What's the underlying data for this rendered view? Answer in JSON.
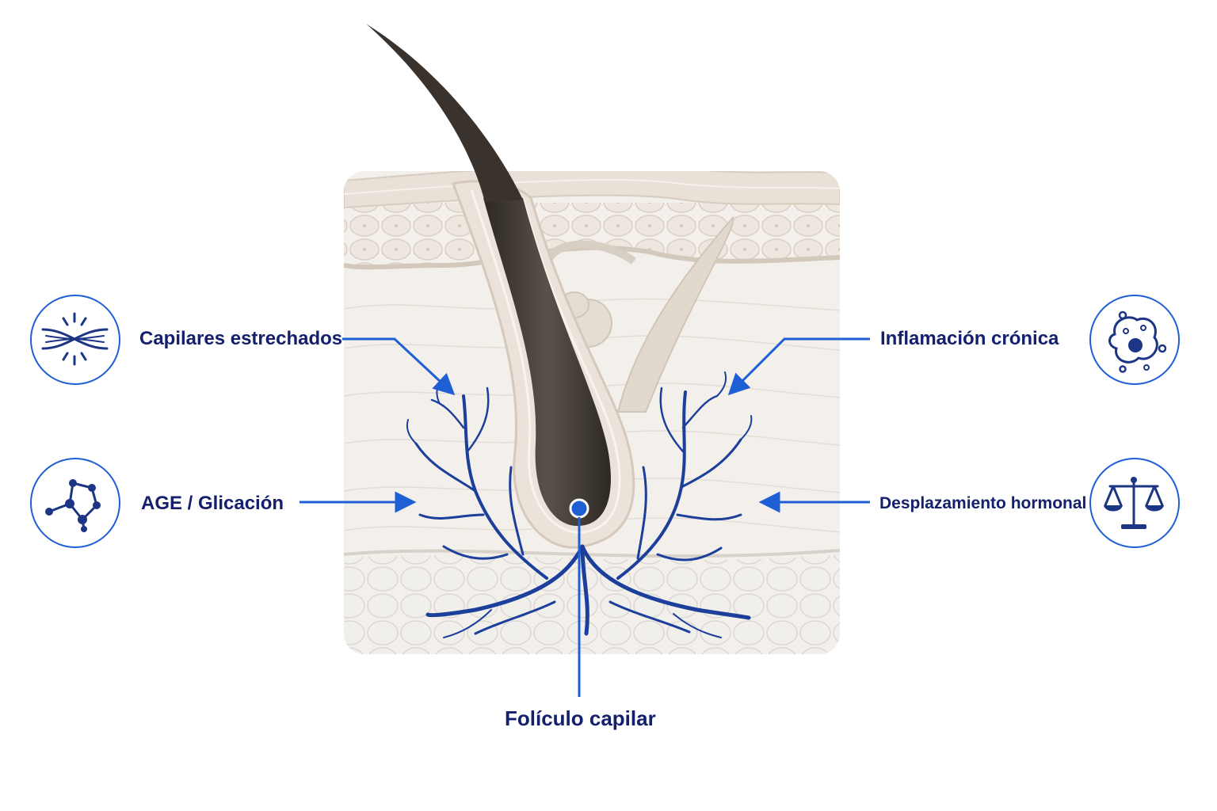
{
  "labels": {
    "capillaries": "Capilares estrechados",
    "age": "AGE / Glicación",
    "inflammation": "Inflamación crónica",
    "hormonal": "Desplazamiento hormonal",
    "follicle": "Folículo capilar"
  },
  "icons": {
    "capillaries": "narrowed-vessel-icon",
    "age": "molecule-network-icon",
    "inflammation": "inflamed-cell-icon",
    "hormonal": "balance-scale-icon"
  },
  "colors": {
    "text": "#14206b",
    "accent": "#1f5fd6",
    "vessel": "#1c3f9c",
    "hair": "#3d3630",
    "skin": "#ece6df"
  }
}
